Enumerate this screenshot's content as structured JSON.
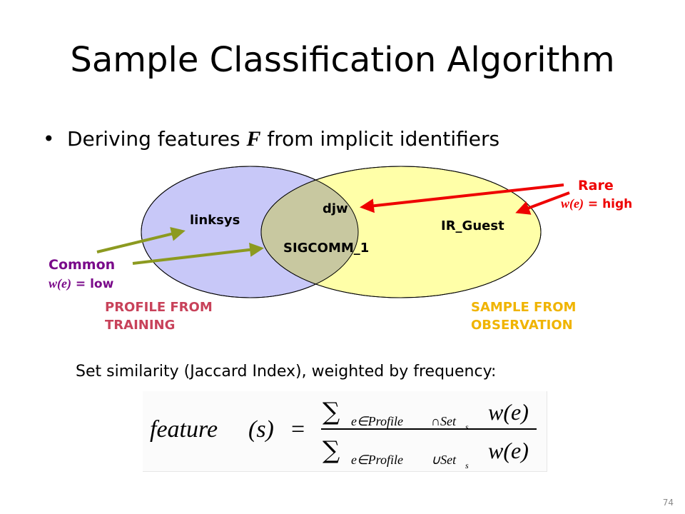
{
  "title": "Sample Classification Algorithm",
  "bullet": {
    "before": "Deriving features ",
    "variable": "F",
    "after": " from implicit identifiers"
  },
  "venn": {
    "left_set_items": [
      "linksys"
    ],
    "intersection_items": [
      "djw",
      "SIGCOMM_1"
    ],
    "right_set_items": [
      "IR_Guest"
    ],
    "left_caption": [
      "PROFILE FROM",
      "TRAINING"
    ],
    "right_caption": [
      "SAMPLE FROM",
      "OBSERVATION"
    ],
    "common": {
      "label": "Common",
      "weight_symbol": "w(e)",
      "weight_value": " = low"
    },
    "rare": {
      "label": "Rare",
      "weight_symbol": "w(e)",
      "weight_value": " = high"
    },
    "colors": {
      "left_fill": "#c8c8f8",
      "right_fill": "#ffffa8",
      "overlap_fill": "#c8c8a0",
      "common_color": "#7a0a8a",
      "common_arrow": "#8c9a20",
      "rare_color": "#ee0000",
      "left_caption_color": "#c8425a",
      "right_caption_color": "#f0b400"
    }
  },
  "caption": "Set similarity (Jaccard Index), weighted by frequency:",
  "formula": {
    "lhs": "feature",
    "arg": "(s)",
    "equals": "=",
    "sum": "∑",
    "numerator_sub_a": "e∈Profile",
    "numerator_sub_b": "∩Set",
    "denominator_sub_a": "e∈Profile",
    "denominator_sub_b": "∪Set",
    "set_index": "s",
    "weight": "w(e)"
  },
  "slide_number": "74"
}
